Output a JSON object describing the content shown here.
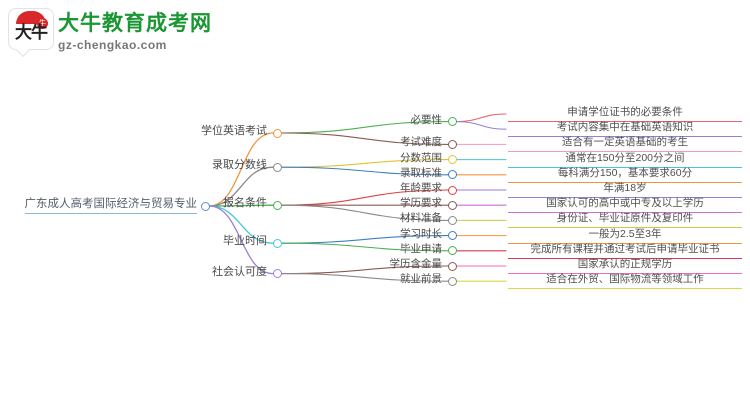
{
  "header": {
    "logo_word": "大牛",
    "logo_badge": "牛",
    "brand_name": "大牛教育成考网",
    "brand_url": "gz-chengkao.com"
  },
  "mindmap": {
    "root": {
      "label": "广东成人高考国际经济与贸易专业",
      "color": "#5b8fc9"
    },
    "branches": [
      {
        "label": "学位英语考试",
        "color": "#f0953f",
        "children": [
          {
            "label": "必要性",
            "color": "#4caf50",
            "leaves": [
              {
                "text": "申请学位证书的必要条件",
                "color": "#e8636b"
              },
              {
                "text": "考试内容集中在基础英语知识",
                "color": "#9b7fd4"
              }
            ]
          },
          {
            "label": "考试难度",
            "color": "#8b5a52",
            "leaves": [
              {
                "text": "适合有一定英语基础的考生",
                "color": "#f09ac0"
              }
            ]
          }
        ]
      },
      {
        "label": "录取分数线",
        "color": "#8a8a8a",
        "children": [
          {
            "label": "分数范围",
            "color": "#e0c533",
            "leaves": [
              {
                "text": "通常在150分至200分之间",
                "color": "#49c4d4"
              }
            ]
          },
          {
            "label": "录取标准",
            "color": "#3d7fc1",
            "leaves": [
              {
                "text": "每科满分150，基本要求60分",
                "color": "#f0953f"
              }
            ]
          }
        ]
      },
      {
        "label": "报名条件",
        "color": "#4caf50",
        "children": [
          {
            "label": "年龄要求",
            "color": "#e0403f",
            "leaves": [
              {
                "text": "年满18岁",
                "color": "#9b7fd4"
              }
            ]
          },
          {
            "label": "学历要求",
            "color": "#8b5a52",
            "leaves": [
              {
                "text": "国家认可的高中或中专及以上学历",
                "color": "#cf6fd0"
              }
            ]
          },
          {
            "label": "材料准备",
            "color": "#8a8a8a",
            "leaves": [
              {
                "text": "身份证、毕业证原件及复印件",
                "color": "#c9cc44"
              }
            ]
          }
        ]
      },
      {
        "label": "毕业时间",
        "color": "#44c8dd",
        "children": [
          {
            "label": "学习时长",
            "color": "#3d7fc1",
            "leaves": [
              {
                "text": "一般为2.5至3年",
                "color": "#f0953f"
              }
            ]
          },
          {
            "label": "毕业申请",
            "color": "#4caf50",
            "leaves": [
              {
                "text": "完成所有课程并通过考试后申请毕业证书",
                "color": "#d63a4e"
              }
            ]
          }
        ]
      },
      {
        "label": "社会认可度",
        "color": "#a07fd4",
        "children": [
          {
            "label": "学历含金量",
            "color": "#8b5a52",
            "leaves": [
              {
                "text": "国家承认的正规学历",
                "color": "#f06fb0"
              }
            ]
          },
          {
            "label": "就业前景",
            "color": "#8a8a8a",
            "leaves": [
              {
                "text": "适合在外贸、国际物流等领域工作",
                "color": "#d9d944"
              }
            ]
          }
        ]
      }
    ]
  }
}
